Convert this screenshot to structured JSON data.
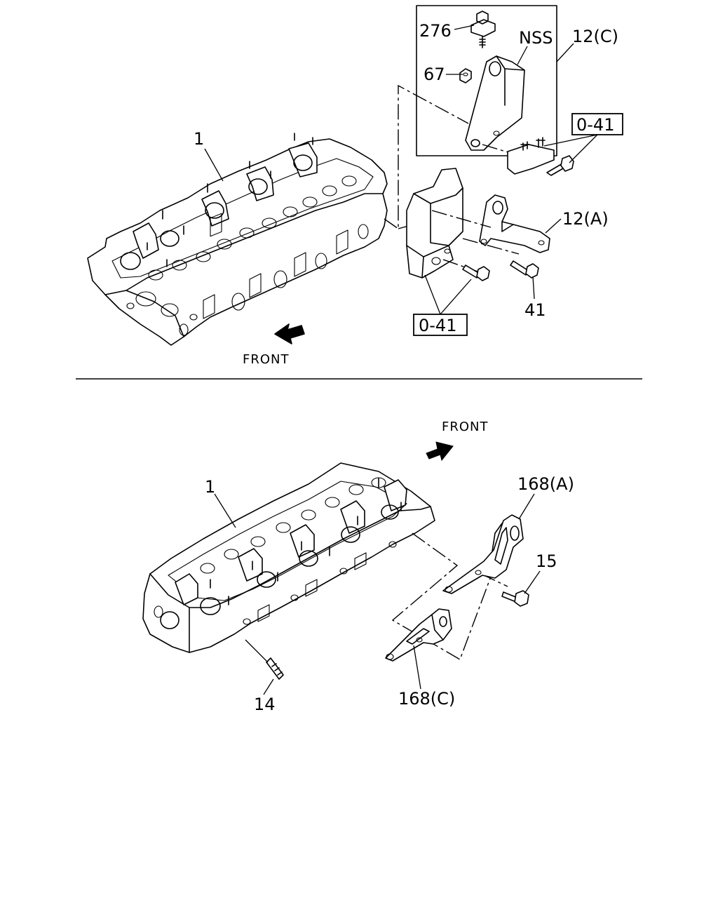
{
  "upper_view": {
    "labels": {
      "head": "1",
      "stud_276": "276",
      "nut_67": "67",
      "nss": "NSS",
      "bracket_c": "12(C)",
      "ref_box_top": "0-41",
      "bracket_a": "12(A)",
      "bolt_41": "41",
      "ref_box_bottom": "0-41",
      "front": "FRONT"
    }
  },
  "lower_view": {
    "labels": {
      "head": "1",
      "front": "FRONT",
      "bracket_168a": "168(A)",
      "bolt_15": "15",
      "bracket_168c": "168(C)",
      "stud_14": "14"
    }
  }
}
